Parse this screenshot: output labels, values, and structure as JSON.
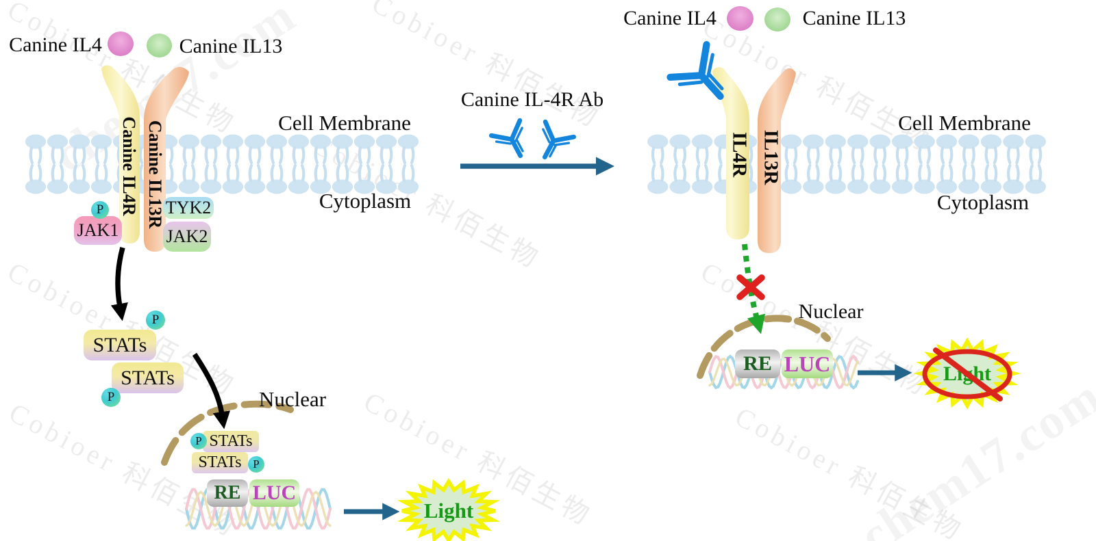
{
  "watermarks": {
    "brand": "Cobioer 科佰生物",
    "site": "chem17.com"
  },
  "colors": {
    "membrane_head": "#cfe4f3",
    "membrane_tail": "#c5dff1",
    "receptor_yellow": "#f4eb9b",
    "receptor_yellow_light": "#fcf8d2",
    "receptor_orange": "#f0b286",
    "receptor_orange_light": "#fadcc4",
    "antibody_blue": "#1385dc",
    "arrow_teal": "#23648c",
    "arrow_black": "#000000",
    "dotted_green": "#1ea52c",
    "cross_red": "#e01f1f",
    "prohibition_red": "#da251c",
    "nuclear_arc": "#b29a60",
    "star_outline": "#f4f400",
    "star_fill": "#d8edcf",
    "light_text": "#169a16",
    "phospho_teal": "#3fcbd0",
    "dna": [
      "#9ed4e6",
      "#f3c6d2",
      "#ebdfb0"
    ]
  },
  "left_panel": {
    "legend": {
      "il4_label": "Canine IL4",
      "il13_label": "Canine IL13"
    },
    "cell_membrane_label": "Cell Membrane",
    "cytoplasm_label": "Cytoplasm",
    "receptor_il4r_label": "Canine IL4R",
    "receptor_il13r_label": "Canine IL13R",
    "phospho_label": "P",
    "jak1_label": "JAK1",
    "tyk2_label": "TYK2",
    "jak2_label": "JAK2",
    "stats_label_1": "STATs",
    "stats_label_2": "STATs",
    "nuclear_label": "Nuclear",
    "nucleus_stats_label_1": "STATs",
    "nucleus_stats_label_2": "STATs",
    "re_label": "RE",
    "luc_label": "LUC",
    "light_label": "Light"
  },
  "middle": {
    "antibody_label": "Canine IL-4R Ab"
  },
  "right_panel": {
    "legend": {
      "il4_label": "Canine IL4",
      "il13_label": "Canine IL13"
    },
    "cell_membrane_label": "Cell Membrane",
    "cytoplasm_label": "Cytoplasm",
    "receptor_il4r_label": "IL4R",
    "receptor_il13r_label": "IL13R",
    "nuclear_label": "Nuclear",
    "re_label": "RE",
    "luc_label": "LUC",
    "light_label": "Light"
  }
}
